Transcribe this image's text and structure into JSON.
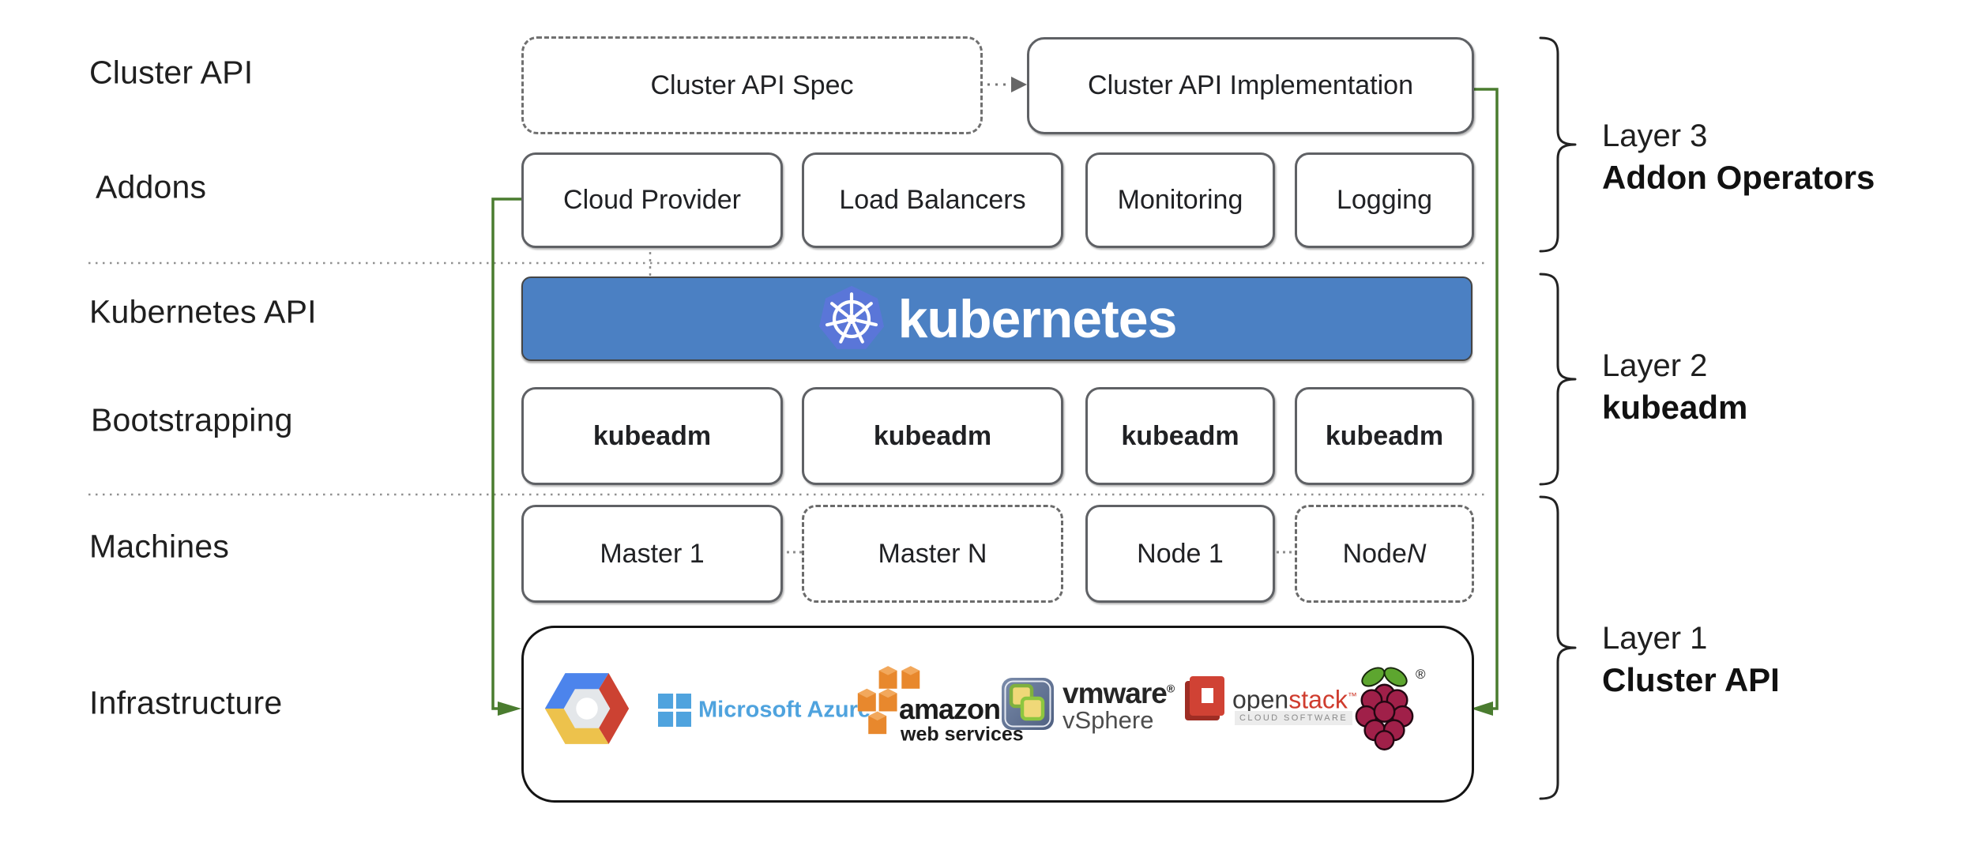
{
  "left_labels": {
    "cluster_api": "Cluster API",
    "addons": "Addons",
    "kubernetes_api": "Kubernetes API",
    "bootstrapping": "Bootstrapping",
    "machines": "Machines",
    "infrastructure": "Infrastructure"
  },
  "top_row": {
    "spec": "Cluster API Spec",
    "implementation": "Cluster API Implementation"
  },
  "addons": {
    "items": [
      "Cloud Provider",
      "Load Balancers",
      "Monitoring",
      "Logging"
    ]
  },
  "banner": {
    "text": "kubernetes",
    "icon": "kubernetes-wheel-icon"
  },
  "bootstrap": {
    "items": [
      "kubeadm",
      "kubeadm",
      "kubeadm",
      "kubeadm"
    ]
  },
  "machines": {
    "master_1": "Master 1",
    "master_n": "Master N",
    "node_1": "Node 1",
    "node_n_prefix": "Node ",
    "node_n_italic": "N"
  },
  "layers": [
    {
      "line1": "Layer 3",
      "line2": "Addon Operators"
    },
    {
      "line1": "Layer 2",
      "line2": "kubeadm"
    },
    {
      "line1": "Layer 1",
      "line2": "Cluster API"
    }
  ],
  "infrastructure_logos": {
    "icons": [
      "google-cloud-icon",
      "microsoft-azure-icon",
      "aws-cubes-icon",
      "vmware-icon",
      "openstack-icon",
      "raspberry-pi-icon"
    ],
    "azure_text": "Microsoft Azure",
    "aws_line1": "amazon",
    "aws_line2": "web services",
    "vmware_line1": "vmware",
    "vmware_reg": "®",
    "vmware_line2": "vSphere",
    "openstack_open": "open",
    "openstack_stack": "stack",
    "openstack_tm": "™",
    "openstack_sub": "CLOUD SOFTWARE",
    "raspberry_reg": "®"
  },
  "colors": {
    "banner_blue": "#4b80c3",
    "k8s_logo_blue": "#5a76d8",
    "connector_green": "#4a7c2f",
    "box_border_gray": "#5f6165",
    "azure_blue": "#4fa3de",
    "aws_orange": "#e8882d",
    "openstack_red": "#d04234",
    "raspberry_maroon": "#a02049",
    "leaf_green": "#5da62f"
  }
}
